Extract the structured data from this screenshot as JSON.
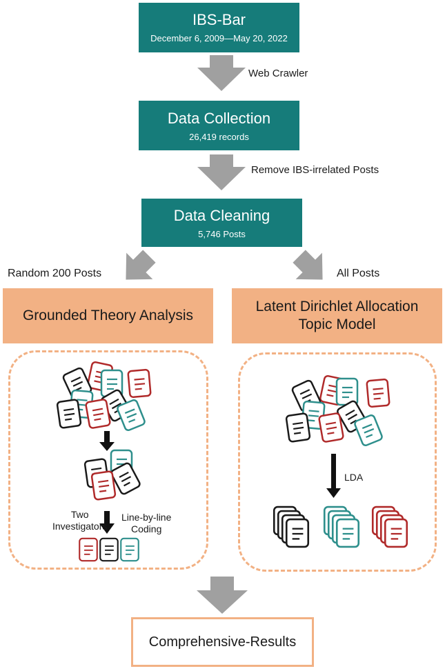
{
  "steps": {
    "source": {
      "title": "IBS-Bar",
      "subtitle": "December 6, 2009—May 20, 2022"
    },
    "crawler": "Web Crawler",
    "collection": {
      "title": "Data Collection",
      "subtitle": "26,419 records"
    },
    "remove": "Remove IBS-irrelated Posts",
    "cleaning": {
      "title": "Data Cleaning",
      "subtitle": "5,746 Posts"
    }
  },
  "branches": {
    "left": {
      "arrow_label": "Random 200 Posts",
      "title": "Grounded Theory Analysis",
      "investigators": "Two\nInvestigators",
      "coding": "Line-by-line\nCoding"
    },
    "right": {
      "arrow_label": "All Posts",
      "title_line1": "Latent Dirichlet Allocation",
      "title_line2": "Topic Model",
      "lda": "LDA"
    }
  },
  "result": "Comprehensive-Results",
  "colors": {
    "teal_box": "#167c7a",
    "orange_box": "#f2b184",
    "arrow_gray": "#a0a0a0",
    "doc_black": "#1a1a1a",
    "doc_teal": "#2e8f8c",
    "doc_red": "#b02a2a"
  }
}
